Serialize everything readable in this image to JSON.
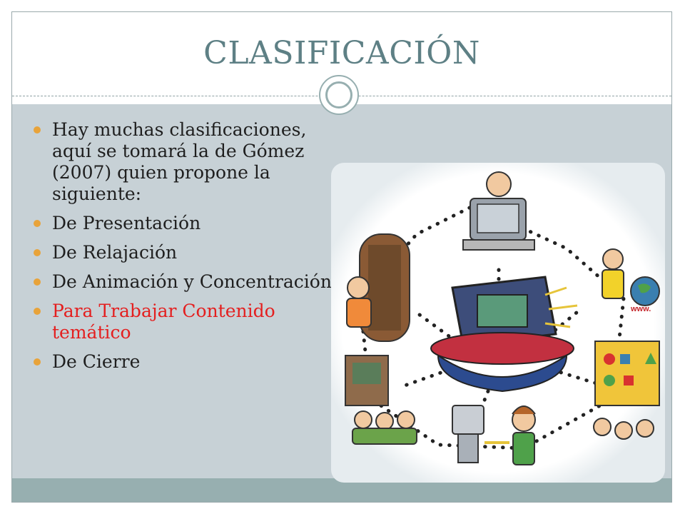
{
  "slide": {
    "title": "CLASIFICACIÓN",
    "bullets": [
      {
        "text": "Hay muchas clasificaciones, aquí se tomará la de Gómez (2007) quien propone la siguiente:"
      },
      {
        "text": "De Presentación"
      },
      {
        "text": "De Relajación"
      },
      {
        "text": "De Animación y Concentración"
      },
      {
        "text": "Para Trabajar Contenido temático",
        "highlight": true
      },
      {
        "text": "De Cierre"
      }
    ],
    "illustration": {
      "screen_text": "www."
    }
  },
  "colors": {
    "title": "#5e8085",
    "content_background": "#c7d1d6",
    "footer_band": "#97afb0",
    "bullet_dot": "#e8a33a",
    "highlight_text": "#e41f1f"
  }
}
